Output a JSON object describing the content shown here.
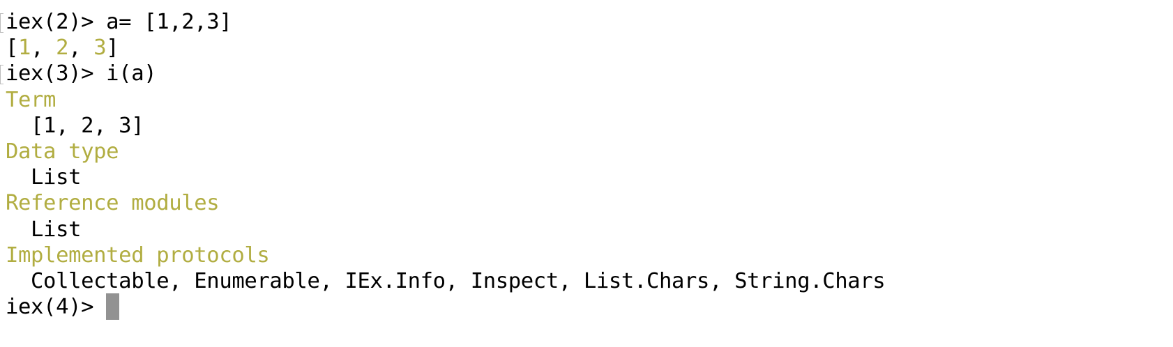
{
  "colors": {
    "highlight": "#b1ad41",
    "text": "#000000",
    "cursor": "#929292"
  },
  "lines": [
    {
      "prompt": "iex(2)> ",
      "input": "a= [1,2,3]"
    },
    {
      "open": "[",
      "n1": "1",
      "sep1": ", ",
      "n2": "2",
      "sep2": ", ",
      "n3": "3",
      "close": "]"
    },
    {
      "prompt": "iex(3)> ",
      "input": "i(a)"
    },
    {
      "heading": "Term"
    },
    {
      "value": "  [1, 2, 3]"
    },
    {
      "heading": "Data type"
    },
    {
      "value": "  List"
    },
    {
      "heading": "Reference modules"
    },
    {
      "value": "  List"
    },
    {
      "heading": "Implemented protocols"
    },
    {
      "value": "  Collectable, Enumerable, IEx.Info, Inspect, List.Chars, String.Chars"
    },
    {
      "prompt": "iex(4)> "
    }
  ]
}
